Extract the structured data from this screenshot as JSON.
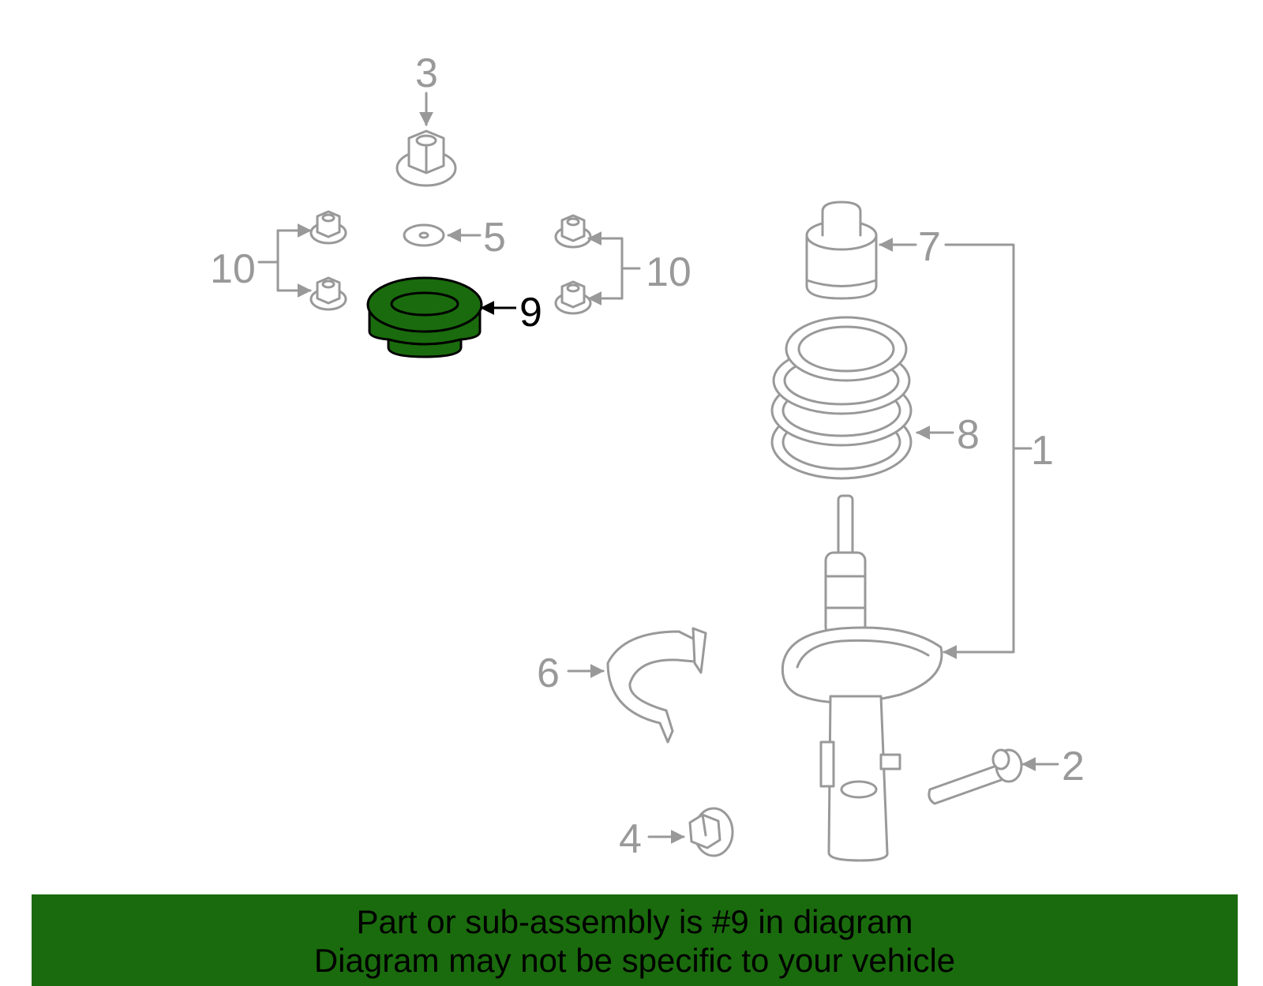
{
  "diagram": {
    "highlight_color": "#1a6b0d",
    "callout_color": "#999999",
    "callouts": {
      "c1": "1",
      "c2": "2",
      "c3": "3",
      "c4": "4",
      "c5": "5",
      "c6": "6",
      "c7": "7",
      "c8": "8",
      "c9": "9",
      "c10_left": "10",
      "c10_right": "10"
    }
  },
  "banner": {
    "background": "#1a6b0d",
    "line1": "Part or sub-assembly is #9 in diagram",
    "line2": "Diagram may not be specific to your vehicle"
  }
}
